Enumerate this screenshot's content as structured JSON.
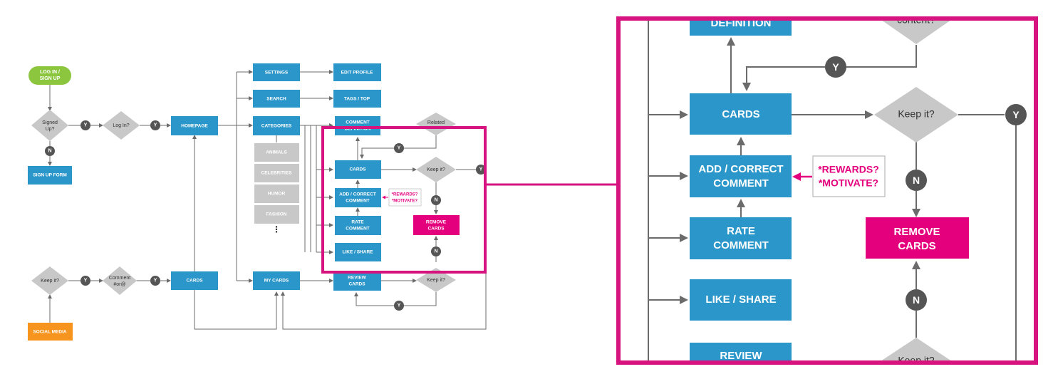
{
  "colors": {
    "process_box": "#2b96c9",
    "category_box": "#c8c8c8",
    "decision": "#c8c8c8",
    "start": "#8cc63f",
    "social": "#f7941d",
    "remove": "#e4007c",
    "highlight": "#d6137f",
    "connector": "#555555",
    "line": "#6b6b6b"
  },
  "overview": {
    "login": [
      "LOG IN /",
      "SIGN UP"
    ],
    "signed_up": [
      "Signed",
      "Up?"
    ],
    "log_in": "Log In?",
    "sign_up_form": "SIGN UP FORM",
    "homepage": "HOMEPAGE",
    "settings": "SETTINGS",
    "edit_profile": "EDIT PROFILE",
    "search": "SEARCH",
    "tags_top": "TAGS / TOP",
    "categories": "CATEGORIES",
    "category_items": [
      "ANIMALS",
      "CELEBRITIES",
      "HUMOR",
      "FASHION"
    ],
    "more": "⋮",
    "comment_definition": [
      "COMMENT",
      "DEFINITION"
    ],
    "related": "Related",
    "cards": "CARDS",
    "keep_it": "Keep it?",
    "add_correct": [
      "ADD / CORRECT",
      "COMMENT"
    ],
    "notes": [
      "*REWARDS?",
      "*MOTIVATE?"
    ],
    "rate_comment": [
      "RATE",
      "COMMENT"
    ],
    "remove_cards": [
      "REMOVE",
      "CARDS"
    ],
    "like_share": "LIKE / SHARE",
    "keep_it_social": "Keep it?",
    "comment_q": [
      "Comment",
      "#or@"
    ],
    "cards_social": "CARDS",
    "my_cards": "MY CARDS",
    "review_cards": [
      "REVIEW",
      "CARDS"
    ],
    "keep_it_review": "Keep it?",
    "social_media": "SOCIAL MEDIA",
    "yes": "Y",
    "no": "N"
  },
  "zoom": {
    "definition": "DEFINITION",
    "content_q": "content?",
    "cards": "CARDS",
    "keep_it": "Keep it?",
    "add_correct": [
      "ADD / CORRECT",
      "COMMENT"
    ],
    "notes": [
      "*REWARDS?",
      "*MOTIVATE?"
    ],
    "rate_comment": [
      "RATE",
      "COMMENT"
    ],
    "remove_cards": [
      "REMOVE",
      "CARDS"
    ],
    "like_share": "LIKE / SHARE",
    "review": "REVIEW",
    "keep_it_bottom": "Keep it?",
    "yes": "Y",
    "no": "N"
  }
}
